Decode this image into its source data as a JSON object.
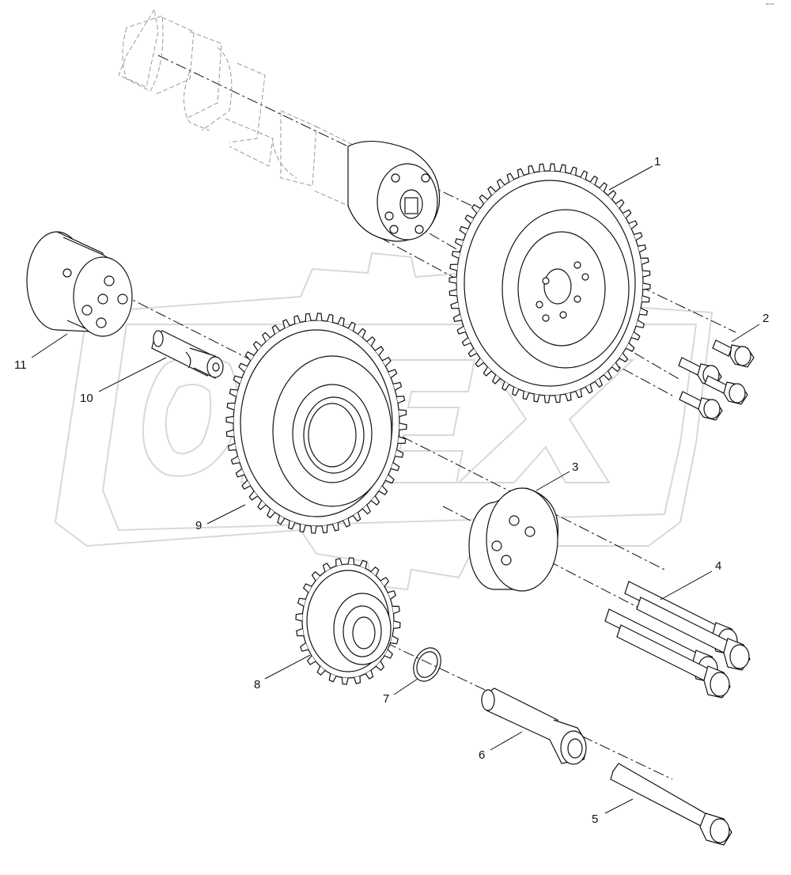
{
  "diagram": {
    "corner_mark": "ᵉᴺ ᵒᵒᵒ",
    "watermark": {
      "text": "OPEX",
      "color": "#d8d8d8"
    },
    "colors": {
      "line": "#111111",
      "ghost_line": "#9a9a9a",
      "leader": "#111111"
    },
    "callouts": [
      {
        "id": "1",
        "label": "1"
      },
      {
        "id": "2",
        "label": "2"
      },
      {
        "id": "3",
        "label": "3"
      },
      {
        "id": "4",
        "label": "4"
      },
      {
        "id": "5",
        "label": "5"
      },
      {
        "id": "6",
        "label": "6"
      },
      {
        "id": "7",
        "label": "7"
      },
      {
        "id": "8",
        "label": "8"
      },
      {
        "id": "9",
        "label": "9"
      },
      {
        "id": "10",
        "label": "10"
      },
      {
        "id": "11",
        "label": "11"
      }
    ]
  }
}
